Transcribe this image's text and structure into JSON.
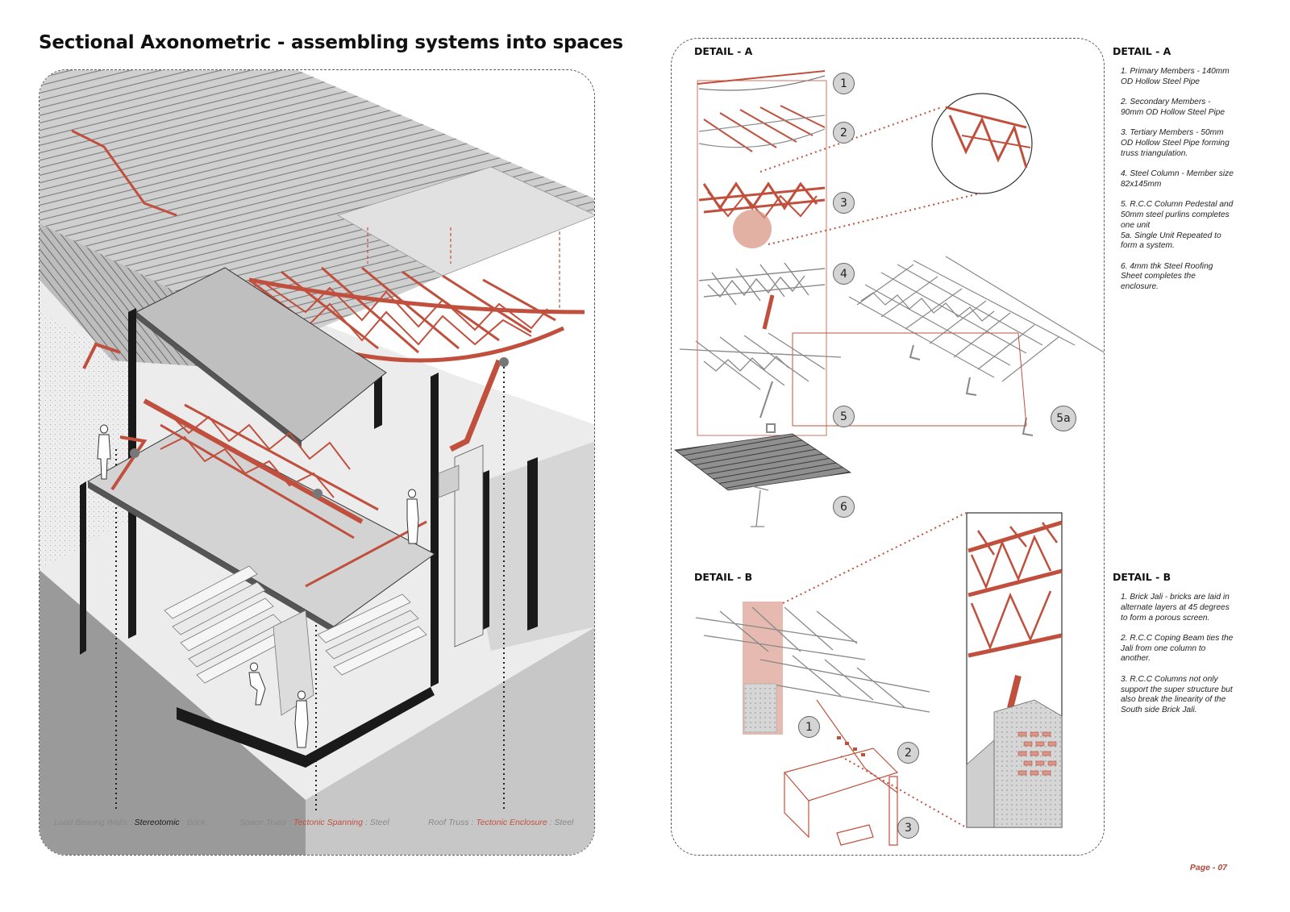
{
  "title": "Sectional Axonometric - assembling systems into spaces",
  "legend": [
    {
      "label": "Load Bearing Walls",
      "sep1": " : ",
      "system": "Stereotomic",
      "sep2": " : ",
      "material": "Brick",
      "system_color": "dark"
    },
    {
      "label": "Space Truss",
      "sep1": " : ",
      "system": "Tectonic Spanning",
      "sep2": " : ",
      "material": "Steel",
      "system_color": "red"
    },
    {
      "label": "Roof Truss",
      "sep1": " : ",
      "system": "Tectonic Enclosure",
      "sep2": " : ",
      "material": "Steel",
      "system_color": "red"
    }
  ],
  "detail_a": {
    "heading": "DETAIL - A",
    "badges": [
      "1",
      "2",
      "3",
      "4",
      "5",
      "5a",
      "6"
    ]
  },
  "detail_b": {
    "heading": "DETAIL - B",
    "badges": [
      "1",
      "2",
      "3"
    ]
  },
  "notes_a": {
    "heading": "DETAIL - A",
    "items": [
      {
        "num": "1.",
        "text": "Primary Members - 140mm OD Hollow Steel Pipe"
      },
      {
        "num": "2.",
        "text": "Secondary Members - 90mm OD Hollow Steel Pipe"
      },
      {
        "num": "3.",
        "text": "Tertiary Members - 50mm OD Hollow Steel Pipe forming truss triangulation."
      },
      {
        "num": "4.",
        "text": "Steel Column - Member size 82x145mm"
      },
      {
        "num": "5.",
        "text": "R.C.C Column Pedestal and 50mm steel purlins completes one unit"
      },
      {
        "num": "5a.",
        "text": "Single Unit Repeated to form a system."
      },
      {
        "num": "6.",
        "text": "4mm thk Steel Roofing Sheet completes the enclosure."
      }
    ]
  },
  "notes_b": {
    "heading": "DETAIL - B",
    "items": [
      {
        "num": "1.",
        "text": "Brick Jali - bricks are laid in alternate layers at 45 degrees to form a porous screen."
      },
      {
        "num": "2.",
        "text": "R.C.C Coping Beam ties the Jali from one column to another."
      },
      {
        "num": "3.",
        "text": "R.C.C Columns not only support the super structure but also break the linearity of the South side Brick Jali."
      }
    ]
  },
  "page_number": "Page - 07",
  "colors": {
    "accent": "#c0503d",
    "accent_fill": "#d99585",
    "grey_dark": "#1a1a1a",
    "grey_light": "#dcdcdc"
  }
}
